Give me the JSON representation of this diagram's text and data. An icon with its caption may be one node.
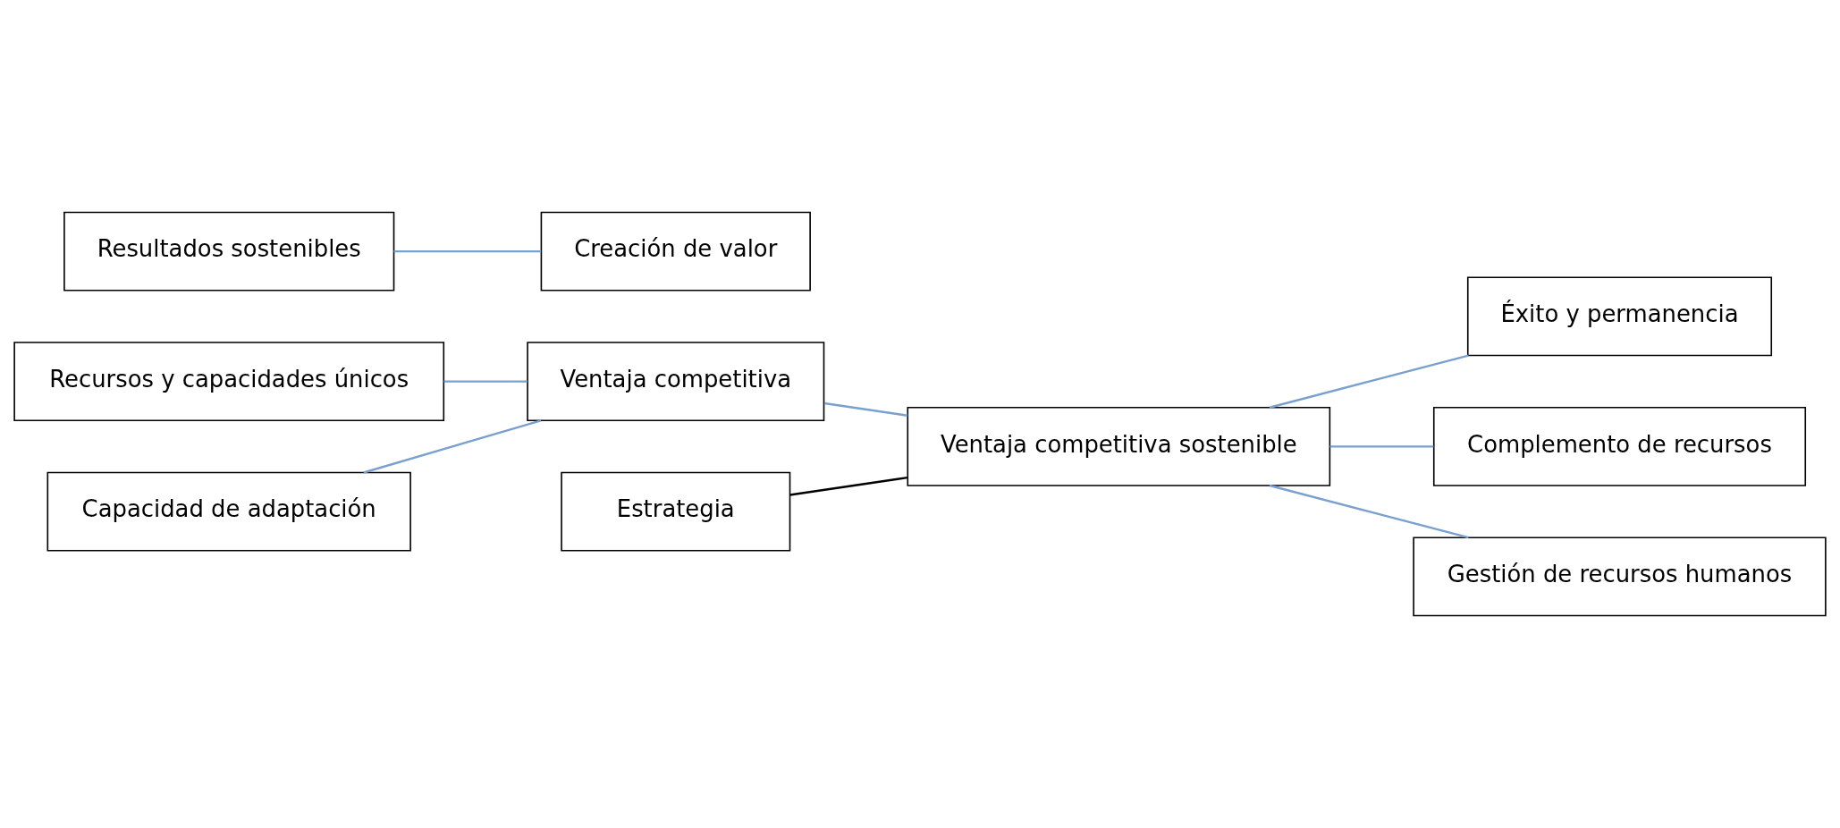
{
  "diagram": {
    "nodes": [
      {
        "text": [
          "Recursos y capacidades únicos"
        ]
      },
      {
        "text": [
          "Capacidad de adaptación"
        ]
      },
      {
        "text": [
          "Ventaja competitiva"
        ]
      },
      {
        "text": [
          "Estrategia"
        ]
      },
      {
        "text": [
          "Ventaja competitiva sostenible"
        ]
      },
      {
        "text": [
          "Resultados sostenibles"
        ]
      },
      {
        "text": [
          "Éxito y permanencia"
        ]
      },
      {
        "text": [
          "Creación de valor"
        ]
      },
      {
        "text": [
          "Complemento de recursos"
        ]
      },
      {
        "text": [
          "Gestión de recursos humanos"
        ]
      }
    ],
    "edges": [
      {
        "from": 0,
        "to": 2,
        "arrow": "none"
      },
      {
        "from": 1,
        "to": 2,
        "arrow": "none"
      },
      {
        "from": 2,
        "to": 4,
        "arrow": "none"
      },
      {
        "from": 3,
        "to": 4,
        "arrow": "none",
        "color": "#000000"
      },
      {
        "from": 4,
        "to": 6,
        "arrow": "none"
      },
      {
        "from": 5,
        "to": 7,
        "arrow": "none"
      },
      {
        "from": 4,
        "to": 8,
        "arrow": "none"
      },
      {
        "from": 4,
        "to": 9,
        "arrow": "none"
      }
    ]
  }
}
